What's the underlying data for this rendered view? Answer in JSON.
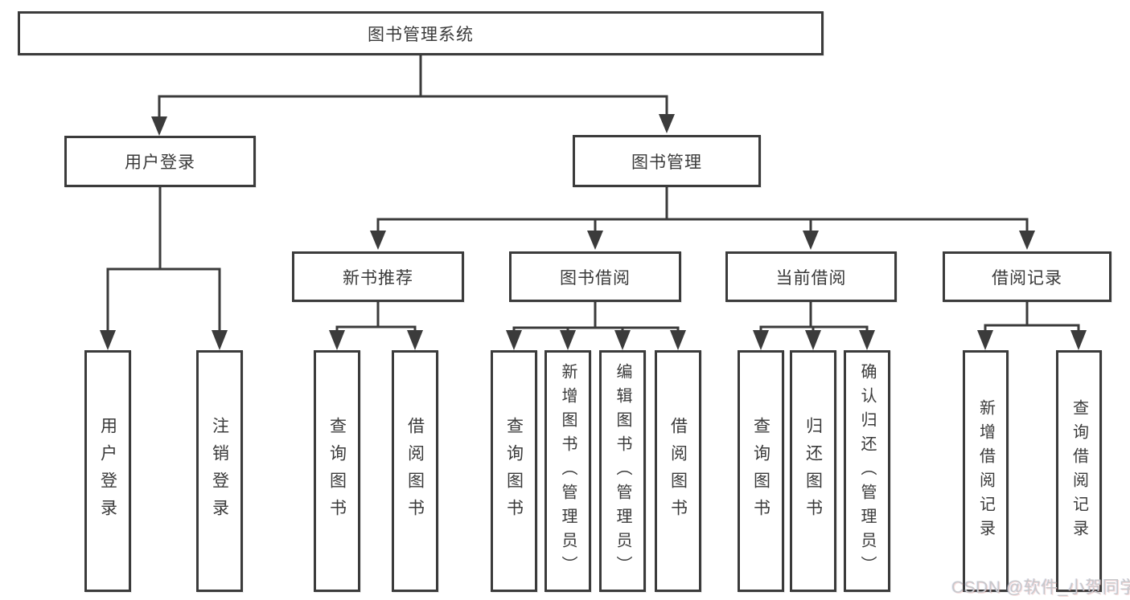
{
  "colors": {
    "line_color": "#3b3b3b",
    "text_color": "#3a3a3a",
    "background": "#ffffff",
    "watermark_color": "#c7c8cb"
  },
  "diagram": {
    "root": {
      "label": "图书管理系统"
    },
    "user_login_branch": {
      "label": "用户登录",
      "children": [
        {
          "label": "用户登录"
        },
        {
          "label": "注销登录"
        }
      ]
    },
    "book_mgmt_branch": {
      "label": "图书管理",
      "sections": [
        {
          "label": "新书推荐",
          "children": [
            {
              "label": "查询图书"
            },
            {
              "label": "借阅图书"
            }
          ]
        },
        {
          "label": "图书借阅",
          "children": [
            {
              "label": "查询图书"
            },
            {
              "label": "新增图书（管理员）"
            },
            {
              "label": "编辑图书（管理员）"
            },
            {
              "label": "借阅图书"
            }
          ]
        },
        {
          "label": "当前借阅",
          "children": [
            {
              "label": "查询图书"
            },
            {
              "label": "归还图书"
            },
            {
              "label": "确认归还（管理员）"
            }
          ]
        },
        {
          "label": "借阅记录",
          "children": [
            {
              "label": "新增借阅记录"
            },
            {
              "label": "查询借阅记录"
            }
          ]
        }
      ]
    }
  },
  "watermark": {
    "text": "CSDN @软件_小贺同学"
  }
}
